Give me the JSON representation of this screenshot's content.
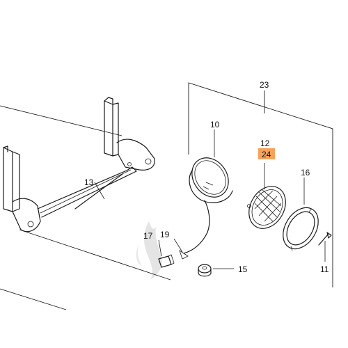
{
  "callouts": {
    "c23": "23",
    "c10": "10",
    "c12": "12",
    "c24": "24",
    "c16": "16",
    "c13": "13",
    "c17": "17",
    "c19": "19",
    "c15": "15",
    "c11": "11"
  },
  "colors": {
    "highlight_box": "#f5a25a",
    "line": "#1a1a1a",
    "watermark": "#dedede"
  },
  "icons": {
    "watermark": "flame-logo-watermark"
  }
}
